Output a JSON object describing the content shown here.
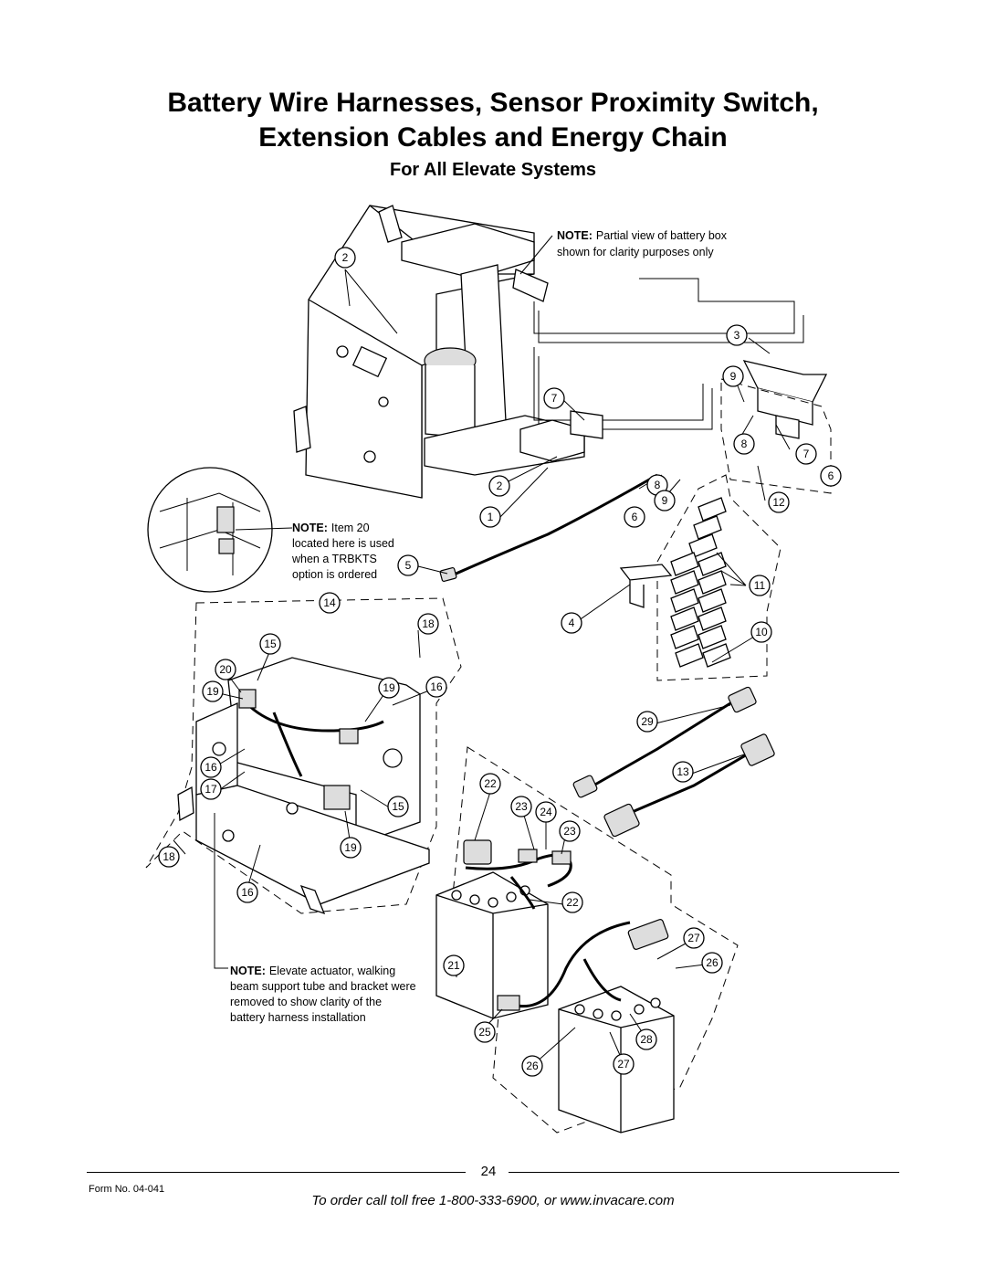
{
  "header": {
    "title_line1": "Battery Wire Harnesses, Sensor Proximity Switch,",
    "title_line2": "Extension Cables and Energy Chain",
    "subtitle": "For All Elevate Systems"
  },
  "notes": {
    "battery_box_bold": "NOTE:",
    "battery_box_l1": "Partial view of battery box",
    "battery_box_l2": "shown for clarity purposes only",
    "item20_bold": "NOTE:",
    "item20_l1": "Item 20",
    "item20_l2": "located here is used",
    "item20_l3": "when a TRBKTS",
    "item20_l4": "option is ordered",
    "actuator_bold": "NOTE:",
    "actuator_l1": "Elevate actuator, walking",
    "actuator_l2": "beam support tube and bracket were",
    "actuator_l3": "removed to show clarity of the",
    "actuator_l4": "battery harness installation"
  },
  "callouts": [
    "2",
    "3",
    "9",
    "7",
    "8",
    "7",
    "6",
    "2",
    "1",
    "8",
    "9",
    "6",
    "12",
    "5",
    "4",
    "11",
    "10",
    "14",
    "18",
    "15",
    "20",
    "19",
    "19",
    "16",
    "29",
    "13",
    "16",
    "17",
    "22",
    "23",
    "24",
    "23",
    "15",
    "19",
    "18",
    "16",
    "22",
    "27",
    "26",
    "21",
    "28",
    "25",
    "26",
    "27"
  ],
  "footer": {
    "page_number": "24",
    "form_number": "Form No.  04-041",
    "order_line": "To order call toll free 1-800-333-6900, or www.invacare.com"
  }
}
